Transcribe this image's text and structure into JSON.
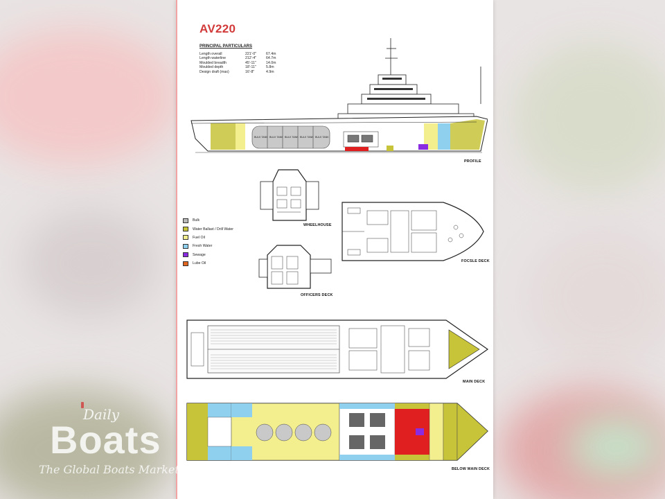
{
  "document": {
    "title": "AV220",
    "principal_particulars": {
      "heading": "PRINCIPAL PARTICULARS",
      "rows": [
        {
          "name": "Length overall",
          "imperial": "221'-0\"",
          "metric": "67.4m"
        },
        {
          "name": "Length waterline",
          "imperial": "212'-4\"",
          "metric": "64.7m"
        },
        {
          "name": "Moulded breadth",
          "imperial": "45'-11\"",
          "metric": "14.0m"
        },
        {
          "name": "Moulded depth",
          "imperial": "18'-11\"",
          "metric": "5.8m"
        },
        {
          "name": "Design draft (max)",
          "imperial": "16'-8\"",
          "metric": "4.9m"
        }
      ]
    },
    "captions": {
      "profile": "PROFILE",
      "wheelhouse": "WHEELHOUSE",
      "focsle_deck": "FOCSLE DECK",
      "officers_deck": "OFFICERS DECK",
      "main_deck": "MAIN DECK",
      "below_main_deck": "BELOW MAIN DECK"
    },
    "legend": [
      {
        "label": "Bulk",
        "color": "#b9b9b9"
      },
      {
        "label": "Water Ballast / Drill Water",
        "color": "#c7c43a"
      },
      {
        "label": "Fuel Oil",
        "color": "#f3ee8e"
      },
      {
        "label": "Fresh Water",
        "color": "#8fd0ee"
      },
      {
        "label": "Sewage",
        "color": "#8a2be2"
      },
      {
        "label": "Lube Oil",
        "color": "#e0651f"
      }
    ],
    "tank_colors": {
      "bulk": "#b9b9b9",
      "ballast": "#c7c43a",
      "fuel": "#f3ee8e",
      "fresh": "#8fd0ee",
      "sewage": "#8a2be2",
      "lube": "#e0651f",
      "red": "#e02020"
    },
    "profile_tank_labels": [
      "BULK TANK",
      "BULK TANK",
      "BULK TANK",
      "BULK TANK",
      "BULK TANK"
    ]
  },
  "watermark": {
    "daily": "Daily",
    "boats": "Boats",
    "tagline": "The Global Boats Market"
  }
}
